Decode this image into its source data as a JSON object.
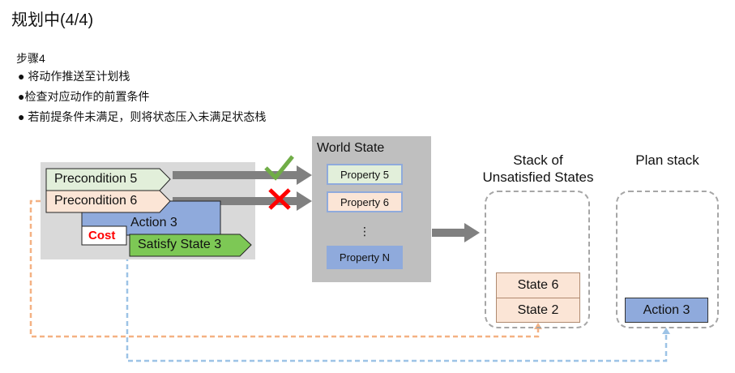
{
  "title": "规划中(4/4)",
  "step_label": "步骤4",
  "bullets": [
    "● 将动作推送至计划栈",
    "●检查对应动作的前置条件",
    "● 若前提条件未满足，则将状态压入未满足状态栈"
  ],
  "action_block": {
    "preconditions": [
      "Precondition 5",
      "Precondition 6"
    ],
    "action": "Action 3",
    "cost": "Cost",
    "effect": "Satisfy State 3"
  },
  "world_state": {
    "title": "World State",
    "properties": [
      "Property 5",
      "Property 6",
      "⋮",
      "Property N"
    ]
  },
  "check_results": {
    "precondition_5": "satisfied",
    "precondition_6": "unsatisfied"
  },
  "unsatisfied_stack": {
    "title_line1": "Stack of",
    "title_line2": "Unsatisfied States",
    "items": [
      "State 6",
      "State 2"
    ]
  },
  "plan_stack": {
    "title": "Plan stack",
    "items": [
      "Action 3"
    ]
  },
  "colors": {
    "green": "#e2efda",
    "peach": "#fbe5d6",
    "blue": "#8faadc",
    "satisfy": "#7dc855",
    "orange_dash": "#f4b183",
    "blue_dash": "#9dc3e6"
  }
}
